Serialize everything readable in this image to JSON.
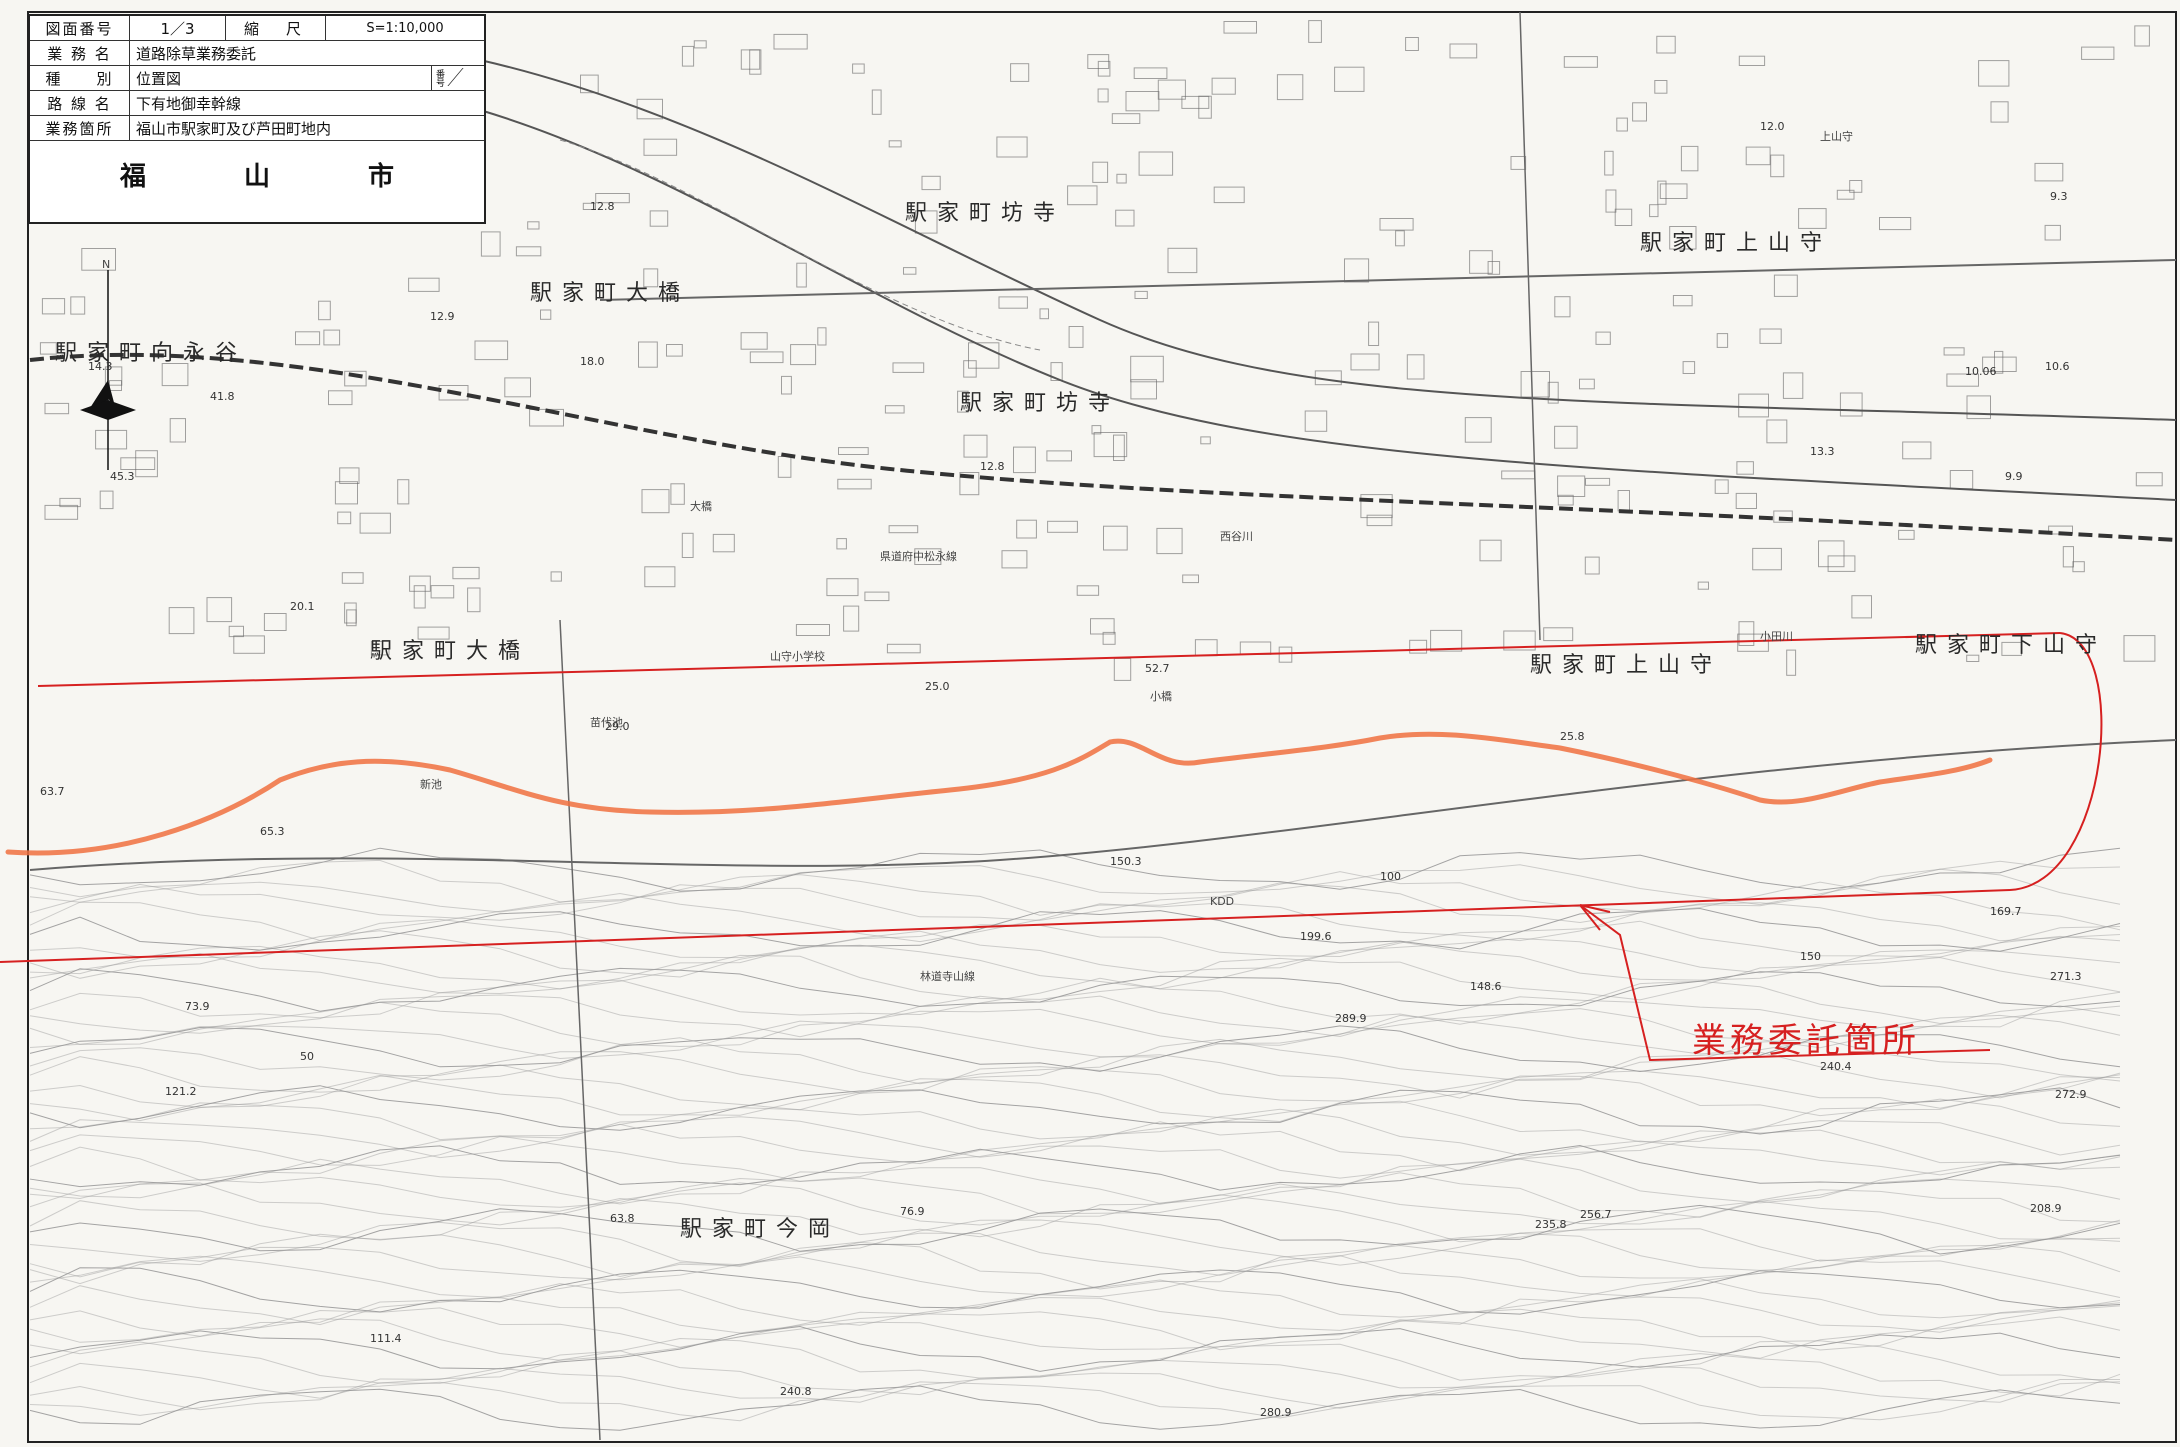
{
  "title_block": {
    "drawing_number_label": "図面番号",
    "drawing_number_value": "1／3",
    "scale_label": "縮　尺",
    "scale_value": "S=1:10,000",
    "work_name_label": "業 務 名",
    "work_name_value": "道路除草業務委託",
    "type_label": "種　　別",
    "type_value": "位置図",
    "number_label": "番号",
    "route_name_label": "路 線 名",
    "route_name_value": "下有地御幸幹線",
    "location_label": "業務箇所",
    "location_value": "福山市駅家町及び芦田町地内",
    "city": "福　山　市"
  },
  "map": {
    "place_names": {
      "ekiya_obashi_upper": "駅家町大橋",
      "ekiya_bojii_upper": "駅家町坊寺",
      "ekiya_bojii_mid": "駅家町坊寺",
      "ekiya_kamiyamamori_upper": "駅家町上山守",
      "ekiya_mukainagata": "駅家町向永谷",
      "ekiya_obashi_lower": "駅家町大橋",
      "ekiya_kamiyamamori_lower": "駅家町上山守",
      "ekiya_shimoyamamori": "駅家町下山守",
      "ekiya_imaoka": "駅家町今岡"
    },
    "labels": {
      "kobashi": "小橋",
      "nishitani_river": "西谷川",
      "prefectural_road": "県道府中松永線",
      "forest_road": "林道寺山線",
      "hatsunan": "苗代池",
      "kdd": "KDD",
      "shinji": "新池",
      "kamiyama_elementary": "山守小学校",
      "river_kobashi": "小田川",
      "eki_tunnel": "大橋",
      "hongu": "上山守"
    },
    "elevations": [
      "12.8",
      "12.9",
      "14.3",
      "41.8",
      "45.3",
      "20.1",
      "18.0",
      "12.8",
      "13.3",
      "12.0",
      "10.06",
      "10.6",
      "9.3",
      "9.9",
      "25.0",
      "29.0",
      "52.7",
      "25.8",
      "65.3",
      "63.7",
      "150.3",
      "199.6",
      "169.7",
      "148.6",
      "289.9",
      "271.3",
      "240.4",
      "272.9",
      "73.9",
      "121.2",
      "111.4",
      "240.8",
      "256.7",
      "235.8",
      "208.9",
      "280.9",
      "63.8",
      "76.9",
      "100",
      "150",
      "50"
    ],
    "handwritten_annotation": "業務委託箇所",
    "north_label": "N",
    "colors": {
      "route_highlight": "#f07040",
      "annotation": "#d62020",
      "map_lines": "#555555",
      "contour": "#9a9a9a"
    }
  }
}
